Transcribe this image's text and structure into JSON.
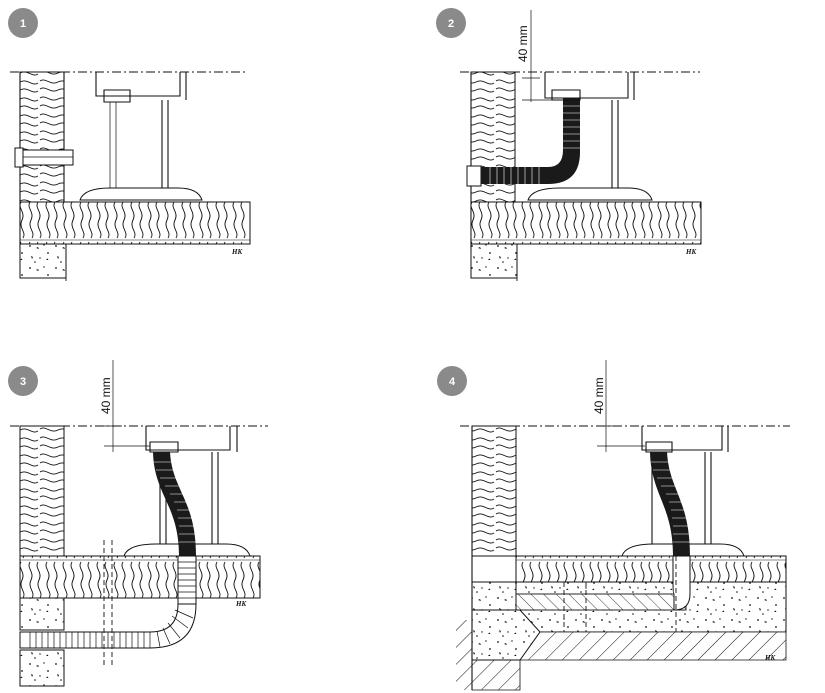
{
  "steps": [
    {
      "number": "1"
    },
    {
      "number": "2",
      "dimension": "40 mm",
      "credit": "HK"
    },
    {
      "number": "3",
      "dimension": "40 mm",
      "credit": "HK"
    },
    {
      "number": "4",
      "dimension": "40 mm",
      "credit": "HK"
    }
  ],
  "panel1": {
    "credit": "HK"
  },
  "colors": {
    "badge": "#8a8a8a",
    "line": "#111111",
    "duct": "#1a1a1a"
  }
}
